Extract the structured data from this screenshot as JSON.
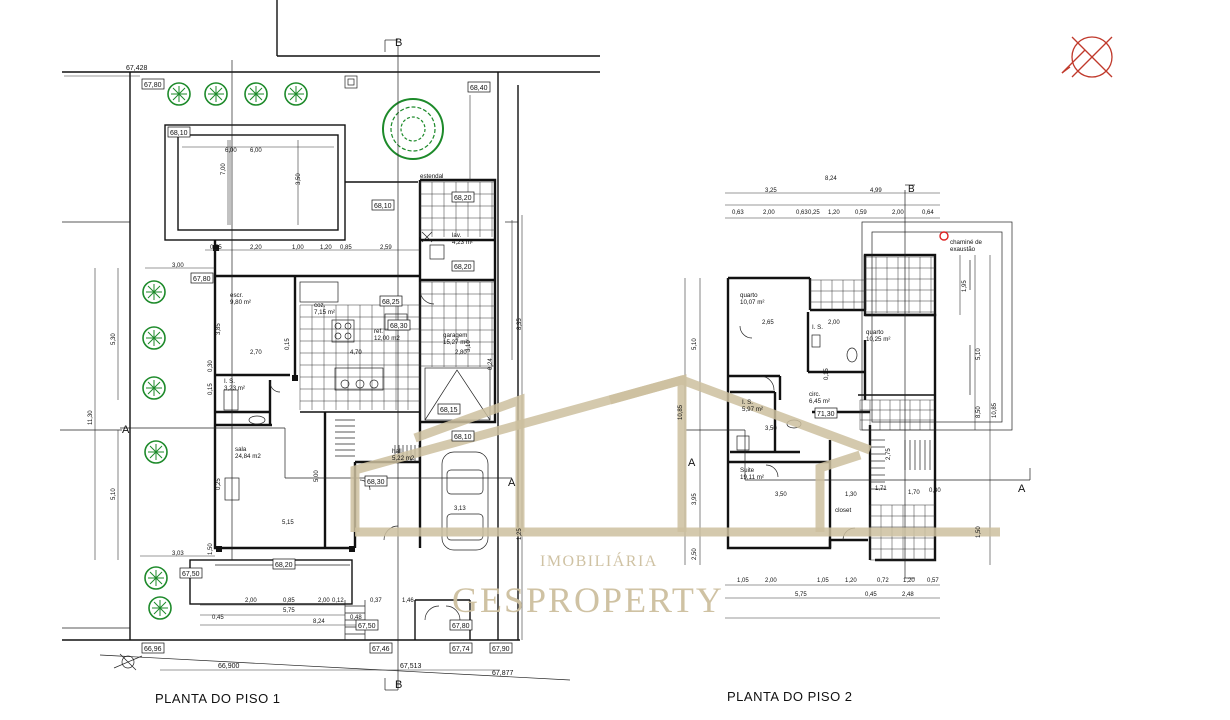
{
  "titles": {
    "floor1": "PLANTA DO PISO 1",
    "floor2": "PLANTA DO PISO 2"
  },
  "watermark": {
    "line1": "IMOBILIÁRIA",
    "line2": "GESPROPERTY"
  },
  "section_markers": {
    "vertical": "B",
    "horizontal": "A"
  },
  "floor1": {
    "rooms": [
      {
        "name": "escr.",
        "area": "9,80 m²"
      },
      {
        "name": "coz.",
        "area": "7,15 m²"
      },
      {
        "name": "ref.",
        "area": "12,00 m2"
      },
      {
        "name": "garagem",
        "area": "15,27 m²"
      },
      {
        "name": "lav.",
        "area": "4,23 m²"
      },
      {
        "name": "estendal",
        "area": ""
      },
      {
        "name": "I. S.",
        "area": "3,23 m²"
      },
      {
        "name": "sala",
        "area": "24,84 m2"
      },
      {
        "name": "hall",
        "area": "5,22 m2"
      }
    ],
    "levels": [
      "67,80",
      "68,40",
      "68,10",
      "68,20",
      "68,10",
      "68,20",
      "67,80",
      "68,30",
      "68,15",
      "68,10",
      "68,30",
      "68,25",
      "68,20",
      "67,50",
      "67,50",
      "67,80",
      "67,46",
      "67,74",
      "67,90",
      "66,96"
    ],
    "site_levels": [
      "67,428",
      "66,900",
      "67,513",
      "67,877"
    ],
    "dims": [
      "6,00",
      "7,00",
      "3,50",
      "6,00",
      "0,55",
      "2,20",
      "1,00",
      "1,20",
      "0,85",
      "2,59",
      "3,00",
      "5,30",
      "3,85",
      "2,70",
      "0,15",
      "4,70",
      "2,80",
      "3,10",
      "8,35",
      "0,30",
      "0,15",
      "0,24",
      "11,30",
      "5,10",
      "3,03",
      "0,25",
      "5,15",
      "5,00",
      "3,13",
      "1,25",
      "2,00",
      "0,85",
      "2,00",
      "0,37",
      "1,46",
      "0,45",
      "5,75",
      "8,24",
      "0,48",
      "0,12",
      "1,50"
    ]
  },
  "floor2": {
    "rooms": [
      {
        "name": "quarto",
        "area": "10,07 m²"
      },
      {
        "name": "I. S.",
        "area": ""
      },
      {
        "name": "quarto",
        "area": "10,25 m²"
      },
      {
        "name": "I. S.",
        "area": "5,97 m²"
      },
      {
        "name": "circ.",
        "area": "6,45 m²"
      },
      {
        "name": "Suite",
        "area": "19,11 m²"
      },
      {
        "name": "closet",
        "area": ""
      },
      {
        "name": "chaminé de",
        "area": "exaustão"
      }
    ],
    "levels": [
      "71,30"
    ],
    "dims": [
      "8,24",
      "3,25",
      "4,99",
      "0,63",
      "2,00",
      "0,63",
      "0,25",
      "1,20",
      "0,59",
      "2,00",
      "0,64",
      "2,65",
      "2,00",
      "5,10",
      "10,85",
      "3,95",
      "3,50",
      "1,30",
      "2,50",
      "1,05",
      "2,00",
      "1,05",
      "1,20",
      "0,72",
      "1,20",
      "0,57",
      "5,75",
      "0,45",
      "2,48",
      "1,95",
      "1,70",
      "5,10",
      "8,50",
      "10,85",
      "1,50",
      "0,30",
      "1,71",
      "3,50",
      "0,15",
      "2,75"
    ]
  }
}
